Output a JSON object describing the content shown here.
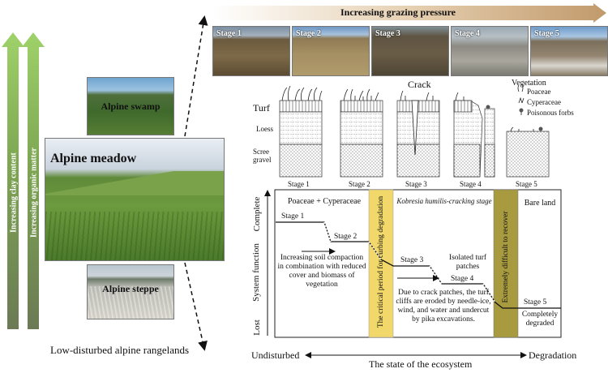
{
  "left_arrows": {
    "clay_label": "Increasing clay content",
    "organic_label": "Increasing organic matter"
  },
  "habitats": {
    "swamp": "Alpine swamp",
    "meadow": "Alpine meadow",
    "steppe": "Alpine steppe",
    "caption": "Low-disturbed alpine rangelands"
  },
  "grazing": {
    "label": "Increasing grazing pressure",
    "stages": [
      "Stage 1",
      "Stage 2",
      "Stage 3",
      "Stage 4",
      "Stage 5"
    ]
  },
  "profile": {
    "layers": [
      "Turf",
      "Loess",
      "Scree gravel"
    ],
    "crack_label": "Crack",
    "legend_title": "Vegetation",
    "legend_items": [
      "Poaceae",
      "Cyperaceae",
      "Poisonous forbs"
    ],
    "stage_labels": [
      "Stage 1",
      "Stage 2",
      "Stage 3",
      "Stage 4",
      "Stage 5"
    ]
  },
  "chart": {
    "y_axis_label": "System function",
    "y_top": "Complete",
    "y_bottom": "Lost",
    "x_axis_label": "The state of the ecosystem",
    "x_left": "Undisturbed",
    "x_right": "Degradation",
    "band1_label": "The critical period for curbing degradation",
    "band2_label": "Extremely difficult to recover",
    "poaceae_text": "Poaceae + Cyperaceae",
    "kobresia_text": "Kobresia humilis-cracking stage",
    "bare_land": "Bare land",
    "stage_labels": [
      "Stage 1",
      "Stage 2",
      "Stage 3",
      "Stage 4",
      "Stage 5"
    ],
    "compaction_text": "Increasing soil compaction in combination with reduced cover and biomass of vegetation",
    "isolated_text": "Isolated turf patches",
    "crack_text": "Due to crack patches, the turf cliffs are eroded by needle-ice, wind, and water and undercut by pika excavations.",
    "degraded_text": "Completely degraded"
  }
}
